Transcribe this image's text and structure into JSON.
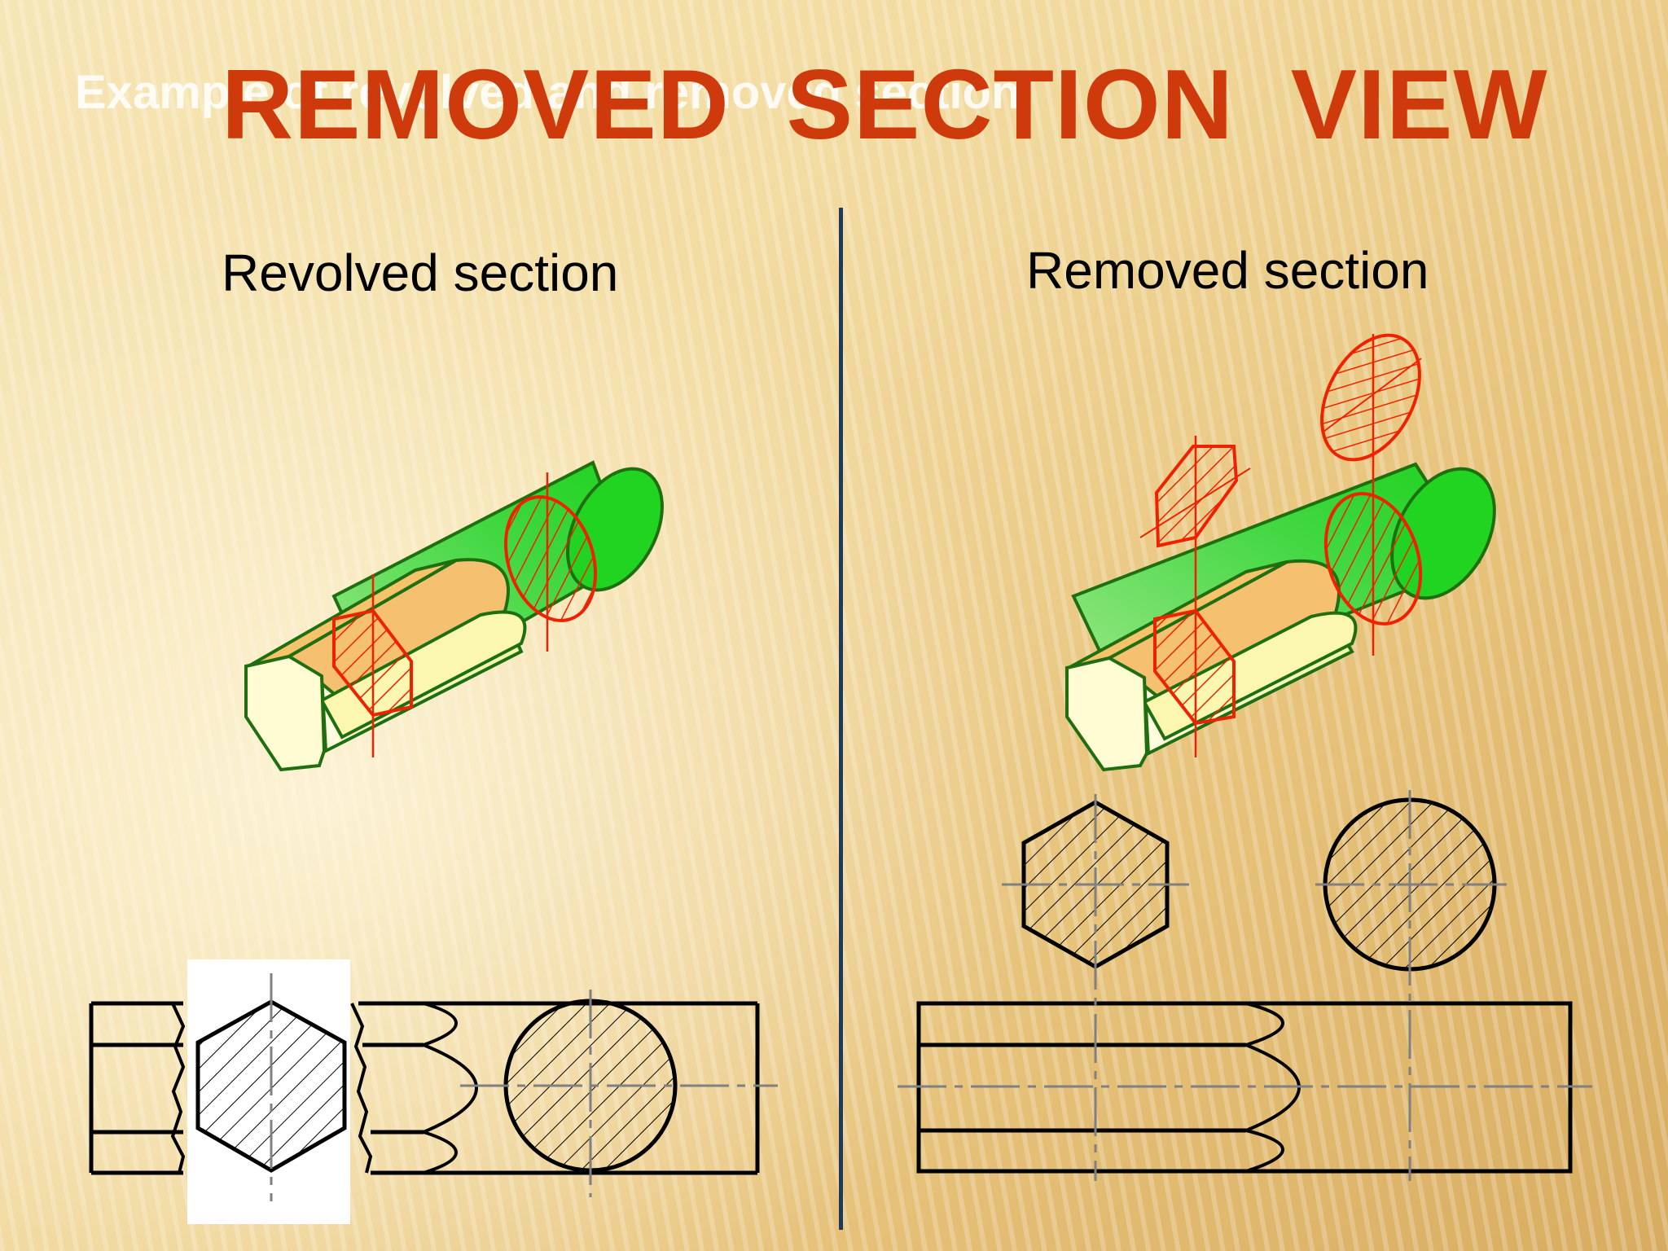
{
  "slide": {
    "subtitle": "Example of revolved and removed section",
    "title": "REMOVED  SECTION  VIEW",
    "left_label": "Revolved section",
    "right_label": "Removed section"
  },
  "colors": {
    "title": "#cf3a0c",
    "cut_plane": "#ee2200",
    "shaft_green": "#2ed62e",
    "outline_green": "#1f6f10",
    "divider": "#1c3a5c"
  }
}
